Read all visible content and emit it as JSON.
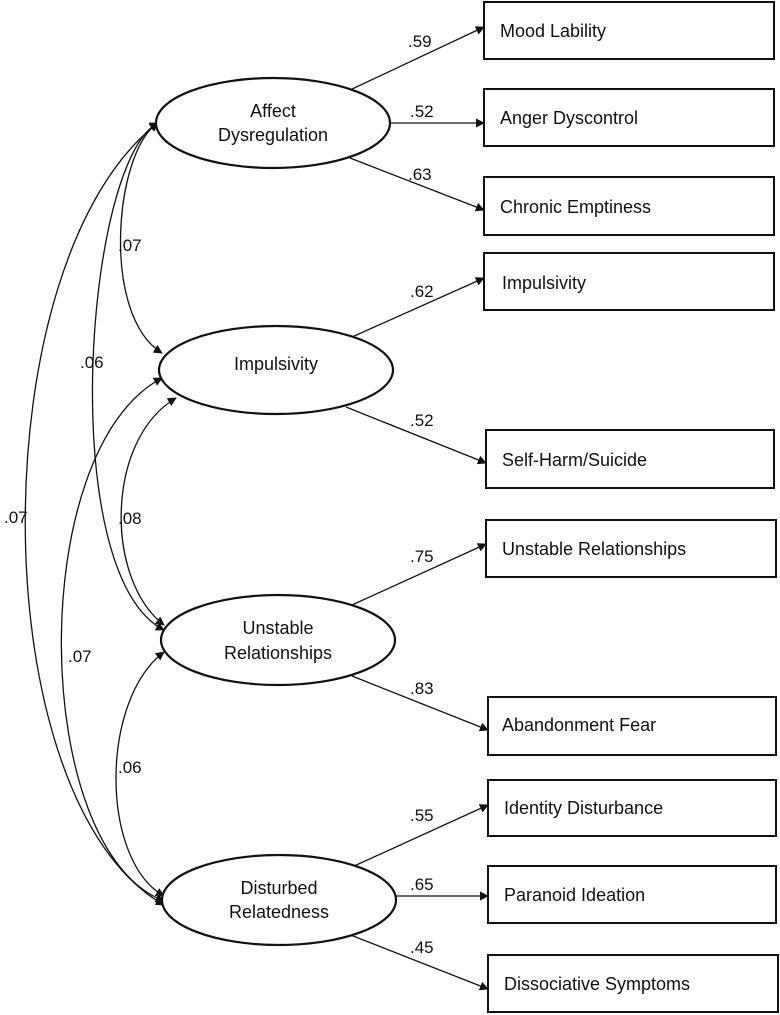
{
  "factors": [
    {
      "id": "affect",
      "label_lines": [
        "Affect",
        "Dysregulation"
      ]
    },
    {
      "id": "impulsivity",
      "label_lines": [
        "Impulsivity"
      ]
    },
    {
      "id": "unstable",
      "label_lines": [
        "Unstable",
        "Relationships"
      ]
    },
    {
      "id": "disturbed",
      "label_lines": [
        "Disturbed",
        "Relatedness"
      ]
    }
  ],
  "indicators": [
    {
      "id": "mood",
      "label": "Mood Lability"
    },
    {
      "id": "anger",
      "label": "Anger Dyscontrol"
    },
    {
      "id": "empty",
      "label": "Chronic Emptiness"
    },
    {
      "id": "impuls",
      "label": "Impulsivity"
    },
    {
      "id": "selfharm",
      "label": "Self-Harm/Suicide"
    },
    {
      "id": "unstab",
      "label": "Unstable Relationships"
    },
    {
      "id": "aband",
      "label": "Abandonment Fear"
    },
    {
      "id": "identity",
      "label": "Identity Disturbance"
    },
    {
      "id": "paranoid",
      "label": "Paranoid Ideation"
    },
    {
      "id": "dissoc",
      "label": "Dissociative Symptoms"
    }
  ],
  "loadings": [
    {
      "factor": "affect",
      "indicator": "mood",
      "value": ".59"
    },
    {
      "factor": "affect",
      "indicator": "anger",
      "value": ".52"
    },
    {
      "factor": "affect",
      "indicator": "empty",
      "value": ".63"
    },
    {
      "factor": "impulsivity",
      "indicator": "impuls",
      "value": ".62"
    },
    {
      "factor": "impulsivity",
      "indicator": "selfharm",
      "value": ".52"
    },
    {
      "factor": "unstable",
      "indicator": "unstab",
      "value": ".75"
    },
    {
      "factor": "unstable",
      "indicator": "aband",
      "value": ".83"
    },
    {
      "factor": "disturbed",
      "indicator": "identity",
      "value": ".55"
    },
    {
      "factor": "disturbed",
      "indicator": "paranoid",
      "value": ".65"
    },
    {
      "factor": "disturbed",
      "indicator": "dissoc",
      "value": ".45"
    }
  ],
  "correlations": [
    {
      "from": "affect",
      "to": "impulsivity",
      "value": ".07"
    },
    {
      "from": "affect",
      "to": "unstable",
      "value": ".06"
    },
    {
      "from": "affect",
      "to": "disturbed",
      "value": ".07"
    },
    {
      "from": "impulsivity",
      "to": "unstable",
      "value": ".08"
    },
    {
      "from": "impulsivity",
      "to": "disturbed",
      "value": ".07"
    },
    {
      "from": "unstable",
      "to": "disturbed",
      "value": ".06"
    }
  ]
}
